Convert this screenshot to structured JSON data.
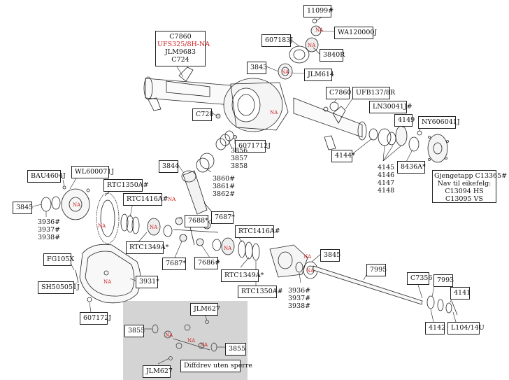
{
  "colors": {
    "accent_red": "#c8201e",
    "inset_bg": "#d4d4d4",
    "line": "#222222"
  },
  "labels": {
    "p11099": "11099#",
    "wa120000j": "WA120000J",
    "p607183j": "607183J",
    "p3840r": "3840R",
    "p3843": "3843",
    "jlm614": "JLM614",
    "c7860_top": "C7860",
    "ufb137": "UFB137/8R",
    "ln30041": "LN30041J#",
    "p4149": "4149",
    "ny606041j": "NY606041J",
    "c728": "C728",
    "p607171_2j": "6071712J",
    "p4144": "4144*",
    "p8436a": "8436A*",
    "p3844": "3844",
    "bau4604j": "BAU4604J",
    "wl600071j": "WL600071J",
    "rtc1350a_top": "RTC1350A#",
    "rtc1416a_left": "RTC1416A#",
    "p3845_left": "3845",
    "rtc1349a_left": "RTC1349A*",
    "p7688": "7688*",
    "p7687_top": "7687*",
    "p7687_bottom": "7687*",
    "p7686": "7686#",
    "rtc1416a_right": "RTC1416A#",
    "rtc1349a_right": "RTC1349A*",
    "rtc1350a_bottom": "RTC1350A#",
    "p3845_right": "3845",
    "p7995": "7995",
    "c7356": "C7356",
    "p7993": "7993",
    "p4141": "4141",
    "p4142": "4142",
    "l104": "L104/14U",
    "fg105x": "FG105X",
    "sh505051j": "SH505051J",
    "p3931": "3931*",
    "p607172j": "607172J",
    "jlm627_top": "JLM627",
    "p3855_left": "3855",
    "p3855_right": "3855",
    "jlm627_bottom": "JLM627",
    "diffdrev": "Diffdrev uten sperre"
  },
  "kit_box": {
    "line1": "C7860",
    "line2": "UFS325/8H-NA",
    "line3": "JLM9683",
    "line4": "C724"
  },
  "stacks": {
    "s3856": [
      "3856",
      "3857",
      "3858"
    ],
    "s3860": [
      "3860#",
      "3861#",
      "3862#"
    ],
    "s4145": [
      "4145",
      "4146",
      "4147",
      "4148"
    ],
    "s3936_left": [
      "3936#",
      "3937#",
      "3938#"
    ],
    "s3936_right": [
      "3936#",
      "3937#",
      "3938#"
    ]
  },
  "hub_box": {
    "line1": "Gjengetapp C13365#",
    "line2": "Nav til eikefelg:",
    "line3": "C13094 HS",
    "line4": "C13095 VS"
  },
  "na_marks": [
    "NA",
    "NA",
    "NA",
    "NA",
    "NA",
    "NA",
    "NA",
    "NA",
    "NA",
    "NA",
    "NA",
    "NA",
    "NA",
    "NA",
    "NA"
  ]
}
